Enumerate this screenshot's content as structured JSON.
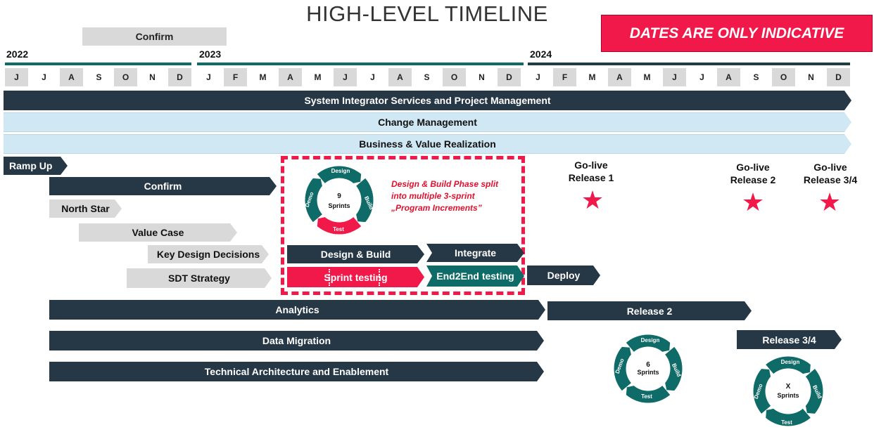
{
  "title": "HIGH-LEVEL TIMELINE",
  "disclaimer": "DATES ARE ONLY INDICATIVE",
  "confirm_top": "Confirm",
  "years": [
    "2022",
    "2023",
    "2024"
  ],
  "months": [
    "J",
    "J",
    "A",
    "S",
    "O",
    "N",
    "D",
    "J",
    "F",
    "M",
    "A",
    "M",
    "J",
    "J",
    "A",
    "S",
    "O",
    "N",
    "D",
    "J",
    "F",
    "M",
    "A",
    "M",
    "J",
    "J",
    "A",
    "S",
    "O",
    "N",
    "D"
  ],
  "bars": {
    "si_services": "System Integrator Services and Project Management",
    "change_mgmt": "Change Management",
    "business_value": "Business & Value Realization",
    "ramp_up": "Ramp Up",
    "confirm": "Confirm",
    "north_star": "North Star",
    "value_case": "Value Case",
    "key_design": "Key Design Decisions",
    "sdt_strategy": "SDT Strategy",
    "design_build": "Design & Build",
    "integrate": "Integrate",
    "sprint_testing": "Sprint testing",
    "e2e_testing": "End2End testing",
    "deploy": "Deploy",
    "analytics": "Analytics",
    "release2": "Release 2",
    "data_migration": "Data Migration",
    "tech_arch": "Technical Architecture and Enablement",
    "release34": "Release 3/4"
  },
  "note": "Design & Build Phase split into multiple 3-sprint „Program Increments”",
  "golive": [
    {
      "line1": "Go-live",
      "line2": "Release 1"
    },
    {
      "line1": "Go-live",
      "line2": "Release 2"
    },
    {
      "line1": "Go-live",
      "line2": "Release 3/4"
    }
  ],
  "cycles": [
    {
      "design": "Design",
      "build": "Build",
      "test": "Test",
      "demo": "Demo",
      "count": "9",
      "sprints": "Sprints"
    },
    {
      "design": "Design",
      "build": "Build",
      "test": "Test",
      "demo": "Demo",
      "count": "6",
      "sprints": "Sprints"
    },
    {
      "design": "Design",
      "build": "Build",
      "test": "Test",
      "demo": "Demo",
      "count": "X",
      "sprints": "Sprints"
    }
  ],
  "colors": {
    "dark": "#263746",
    "teal": "#0f6b67",
    "red": "#f0194a",
    "light": "#cfe8f3",
    "grey": "#d9d9d9"
  }
}
